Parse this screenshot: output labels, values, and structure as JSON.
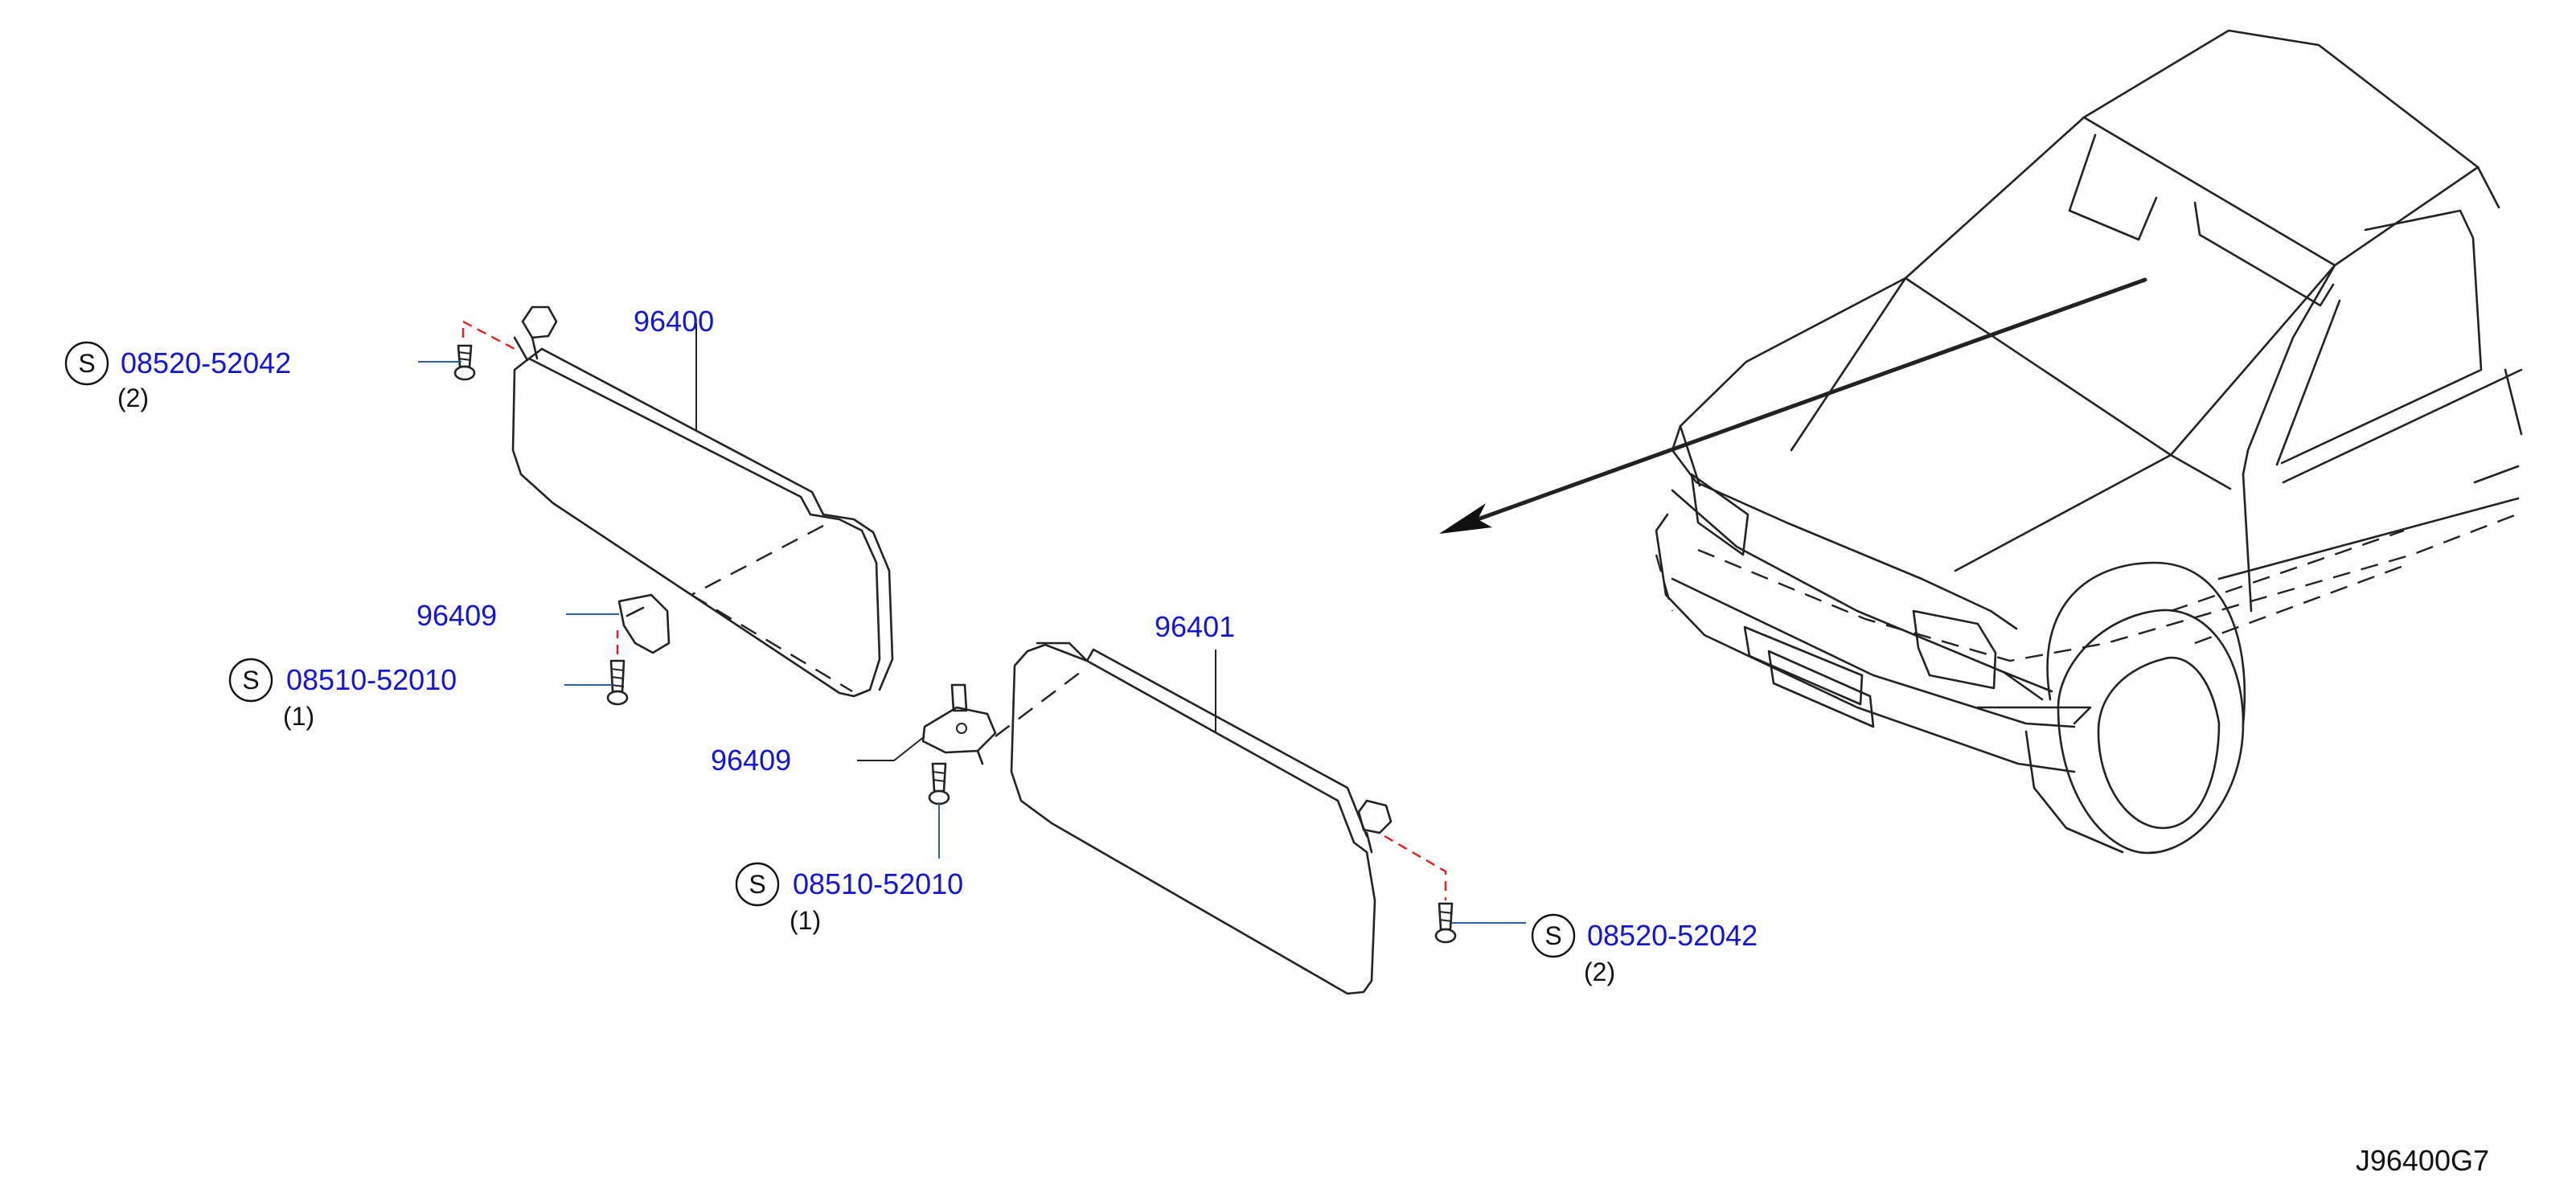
{
  "callouts": {
    "visor_left": "96400",
    "visor_right": "96401",
    "holder_left": "96409",
    "holder_right": "96409",
    "screw_upper_left": "08520-52042",
    "screw_mid_left": "08510-52010",
    "screw_mid_right": "08510-52010",
    "screw_lower_right": "08520-52042"
  },
  "quantities": {
    "screw_upper_left": "(2)",
    "screw_mid_left": "(1)",
    "screw_mid_right": "(1)",
    "screw_lower_right": "(2)"
  },
  "standard_part_symbol": "S",
  "diagram_code": "J96400G7",
  "colors": {
    "part_number_text": "#1414d8",
    "leader_line": "#2a5ea8",
    "hidden_line": "#e02020",
    "drawing_line": "#222222"
  }
}
